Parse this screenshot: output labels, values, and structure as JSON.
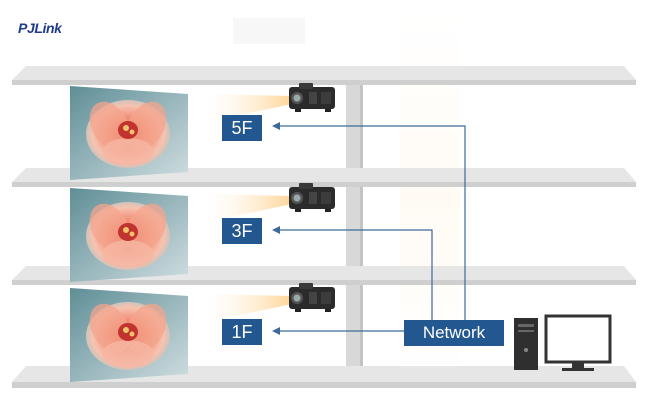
{
  "logo": {
    "text": "PJLink"
  },
  "floors": [
    {
      "label": "5F"
    },
    {
      "label": "3F"
    },
    {
      "label": "1F"
    }
  ],
  "network": {
    "label": "Network"
  },
  "colors": {
    "shelf": "#e3e3e3",
    "shelf_edge": "#cfcfcf",
    "label_bg": "#22578f",
    "line": "#3d6a9c",
    "logo": "#1f3b8c"
  },
  "icons": [
    "projector-icon",
    "computer-tower-icon",
    "monitor-icon",
    "flower-screen-image"
  ]
}
